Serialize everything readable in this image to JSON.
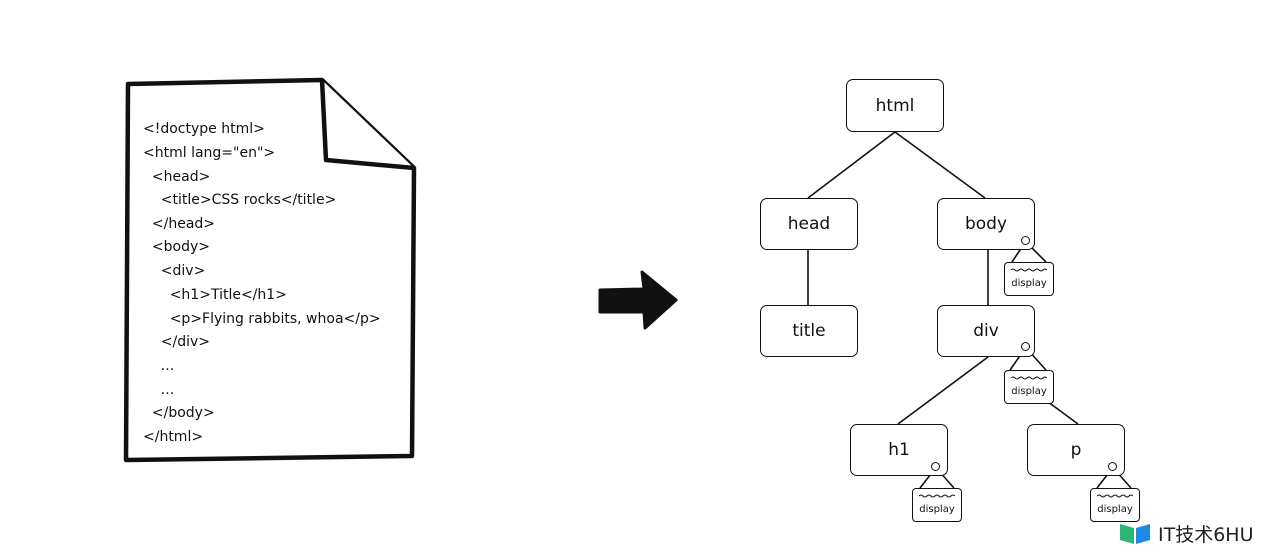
{
  "document": {
    "code_lines": [
      "<!doctype html>",
      "<html lang=\"en\">",
      "  <head>",
      "    <title>CSS rocks</title>",
      "  </head>",
      "  <body>",
      "    <div>",
      "      <h1>Title</h1>",
      "      <p>Flying rabbits, whoa</p>",
      "    </div>",
      "    ...",
      "    ...",
      "  </body>",
      "</html>"
    ]
  },
  "tree": {
    "nodes": {
      "html": "html",
      "head": "head",
      "body": "body",
      "title": "title",
      "div": "div",
      "h1": "h1",
      "p": "p"
    },
    "tag_label": "display"
  },
  "watermark": {
    "text": "IT技术6HU"
  },
  "colors": {
    "ink": "#111111",
    "background": "#ffffff",
    "logo_green": "#2bb673",
    "logo_blue": "#1e88e5"
  }
}
